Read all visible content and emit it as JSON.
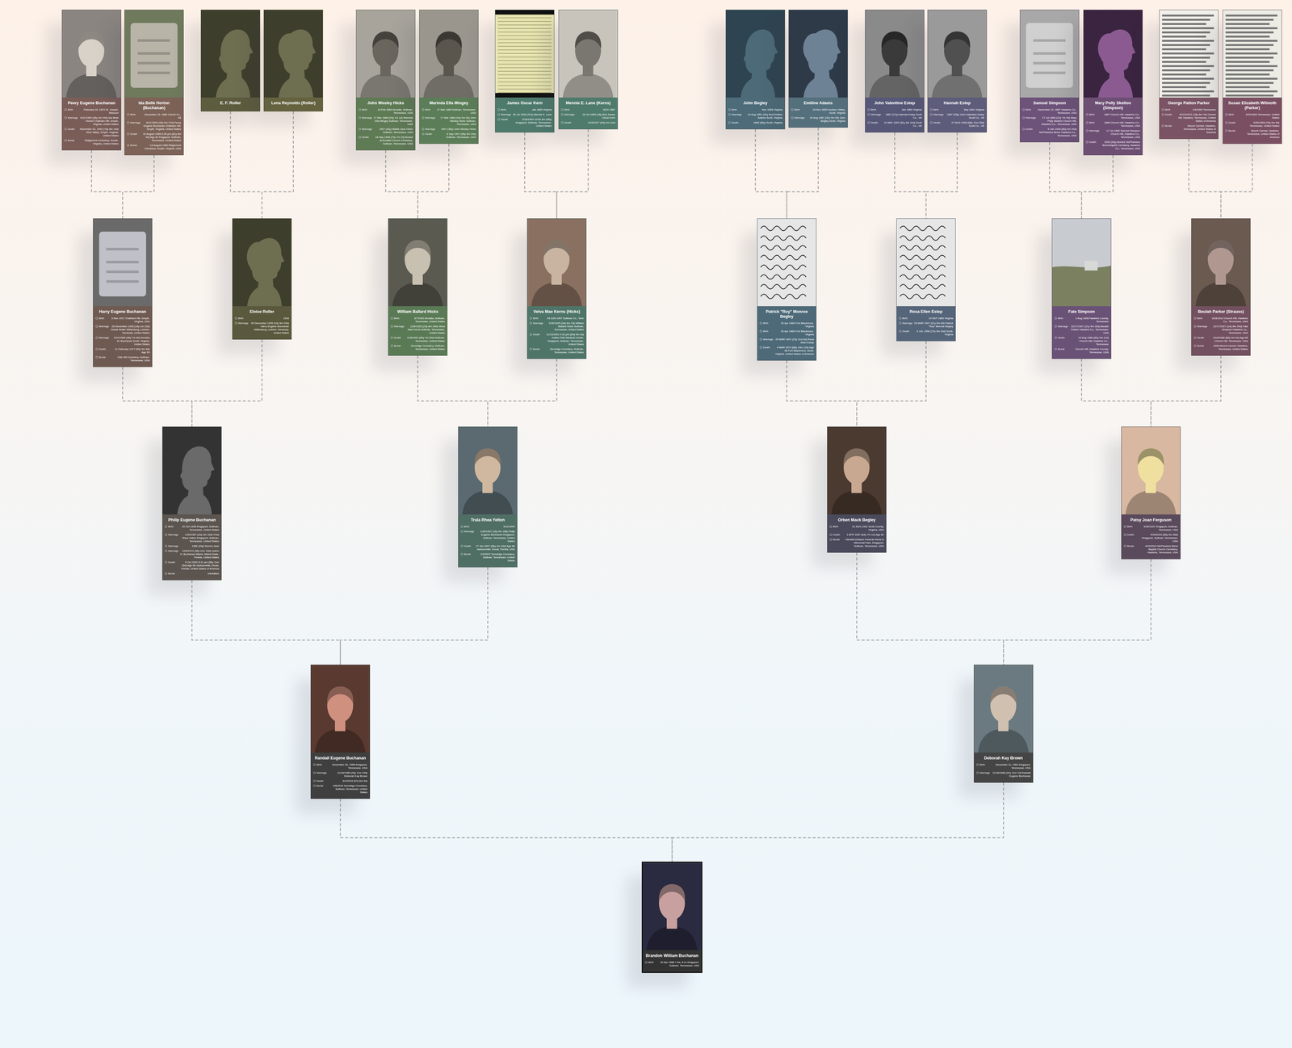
{
  "diagram": {
    "nodes": [
      {
        "text": [
          "Peery Eugene Buchanan",
          "Birth",
          "February 18, 1874 St. Joseph, Missouri",
          "Marriage",
          "6/11/1900 (26y 3m 24d) Ida Belle Horton Chatham Hill, Smyth, Virginia, United States",
          "Death",
          "November 02, 1952 (78y 8m 15d) Rich Valley, Smyth, Virginia, United States",
          "Burial",
          "Ridgemont Cemetery, Smyth, Virginia, United States"
        ]
      },
      {
        "text": [
          "Ida Belle Horton (Buchanan)",
          "Birth",
          "December 15, 1884 Carroll Co., VA",
          "Marriage",
          "6/11/1900 (15y 5m 27d) Peery Eugene Buchanan Chatham Hill, Smyth, Virginia, United States",
          "Death",
          "10 August 1966 6:30 pm (81y 8m 0d) Age 81 Kingsport, Sullivan, Tennessee, United States",
          "Burial",
          "13 August 1966 Ridgemont Cemetery, Smyth, Virginia, USA"
        ]
      },
      {
        "text": [
          "E. F. Roller"
        ]
      },
      {
        "text": [
          "Lena Reynolds (Roller)"
        ]
      },
      {
        "text": [
          "John Wesley Hicks",
          "Birth",
          "16 Feb 1864 Arcadia, Sullivan, Tennessee, USA",
          "Marriage",
          "17 Mar 1888 (24y 1m 1d) Marinda Ella Mingey Sullivan, Tennessee, USA",
          "Marriage",
          "1907 (43y) Mattie Jane Hicks Sullivan, Tennessee, USA",
          "Death",
          "18 Sep 1938 (74y 7m 2d) Buried at Arcadia Church Cemetery, Sullivan, Tennessee, USA"
        ]
      },
      {
        "text": [
          "Marinda Ella Mingey",
          "Birth",
          "17 Mar 1869 Sullivan, Tennessee, USA",
          "Marriage",
          "17 Mar 1888 (19y 0m 0d) John Wesley Hicks Sullivan, Tennessee, USA",
          "Marriage",
          "1907 (38y) John Wesley Hicks",
          "Death",
          "6 Sep 1907 (38y 5m 20d) Sullivan, Tennessee, USA"
        ]
      },
      {
        "text": [
          "James Oscar Kern",
          "Birth",
          "abt 1869 Virginia",
          "Marriage",
          "26 Jul 1906 (37y) Mennie E. Lane",
          "Death",
          "2/26/1954 10:55 am (85y) Kingsport, Sullivan, Tennessee, United States"
        ]
      },
      {
        "text": [
          "Mennie E. Lane (Kerns)",
          "Birth",
          "NOV 1887",
          "Marriage",
          "26 Jul 1906 (18y 8m) James Oscar Kern",
          "Death",
          "4/15/1917 (29y 4m 11d)"
        ]
      },
      {
        "text": [
          "John Begley",
          "Birth",
          "Nov 1828 Virginia",
          "Marriage",
          "24 Aug 1851 (22y 9m) Emiline Adams Scott, Virginia",
          "Death",
          "1895 (66y) Scott, Virginia"
        ]
      },
      {
        "text": [
          "Emiline Adams",
          "Birth",
          "15 Nov 1830 Hunters Valley, Scott, Virginia",
          "Marriage",
          "24 Aug 1851 (20y 9m 9d) John Begley Scott, Virginia"
        ]
      },
      {
        "text": [
          "John Valentine Estep",
          "Birth",
          "Jan 1850 Virginia",
          "Marriage",
          "1867 (17y) Hannah Estep Scott Co., VA",
          "Death",
          "11 MAY 1901 (51y 3m 11d) Scott Co., VA"
        ]
      },
      {
        "text": [
          "Hannah Estep",
          "Birth",
          "Sep 1841 Virginia",
          "Marriage",
          "1867 (25y) John Valentine Estep Scott Co., VA",
          "Death",
          "27 AUG 1908 (66y 11m 26d) Scott Co., VA"
        ]
      },
      {
        "text": [
          "Samuel Simpson",
          "Birth",
          "December 12, 1867 Hawkins Co., Tennessee, USA",
          "Marriage",
          "17 Jul 1890 (22y 7m 5d) Mary Polly Skelton Church Hill, Hawkins Co., Tennessee, USA",
          "Death",
          "5 Jan 1948 (80y 0m 24d) McPheeters Bend, Hawkins Co., Tennessee, USA"
        ]
      },
      {
        "text": [
          "Mary Polly Skelton (Simpson)",
          "Birth",
          "1867 Church Hill, Hawkins Co., Tennessee, USA",
          "Birth",
          "1866 Church Hill, Hawkins Co., Tennessee, USA",
          "Marriage",
          "17 Jul 1890 Samuel Simpson Church Hill, Hawkins Co., Tennessee, USA",
          "Death",
          "1926 (59y) Buried: McPheeters Bend Baptist Cemetery, Hawkins Co., Tennessee, USA"
        ]
      },
      {
        "text": [
          "George Patton Parker",
          "Birth",
          "1/6/1893 Tennessee",
          "Death",
          "10/13/1971 (78y 9m 7d) Church Hill, Hawkins, Tennessee, United States of America",
          "Burial",
          "Mount Carmel, Hawkins, Tennessee, United States of America"
        ]
      },
      {
        "text": [
          "Susan Elizabeth Wilmoth (Parker)",
          "Birth",
          "3/20/1894 Tennessee, United States",
          "Death",
          "3/25/1969 (75y 0m 5d) Tennessee, United States",
          "Burial",
          "Mount Carmel, Hawkins, Tennessee, United States of America"
        ]
      },
      {
        "text": [
          "Harry Eugene Buchanan",
          "Birth",
          "3 Nov 1917 Chatham Hill, Smyth, Virginia, USA",
          "Marriage",
          "26 December 1935 (18y 1m 23d) Eloise Roller Wittenberg, Letcher, Kentucky, United States",
          "Marriage",
          "6/11/1966 (48y 7m 8d) Dorothy M. Buchanan Scott, Virginia, United States",
          "Death",
          "11 February 1977 (59y 3m 8d) Age 59",
          "Burial",
          "Oak Hill Cemetery, Sullivan, Tennessee, USA"
        ]
      },
      {
        "text": [
          "Eloise Roller",
          "Birth",
          "1916",
          "Marriage",
          "26 December 1935 (19y 5m 20d) Harry Eugene Buchanan Wittenberg, Letcher, Kentucky, United States"
        ]
      },
      {
        "text": [
          "William Ballard Hicks",
          "Birth",
          "3/7/1902 Arcadia, Sullivan, Tennessee, United States",
          "Marriage",
          "12/6/1925 (23y 8m 29d) Velva Mae Kerns Sullivan, Tennessee, United States",
          "Death",
          "11/6/1992 (90y 7m 30d) Sullivan, Tennessee, United States",
          "Burial",
          "Sunnidge Cemetery, Sullivan, Tennessee, United States"
        ]
      },
      {
        "text": [
          "Velva Mae Kerns (Hicks)",
          "Birth",
          "04 JUN 1907 Sullivan Co., Tenn",
          "Marriage",
          "12/6/1925 (18y 6m 2d) William Ballard Hicks Sullivan, Tennessee, United States",
          "Death",
          "11/13/1991 4:10 pm (84y 5m 9d) Indian Path Medical Center, Kingsport, Sullivan, Tennessee, United States",
          "Burial",
          "Sunnidge Cemetery, Sullivan, Tennessee, United States"
        ]
      },
      {
        "text": [
          "Patrick \"Roy\" Monroe Begley",
          "Birth",
          "20 Apr 1883 Fort Blackmore, Virginia",
          "Birth",
          "20 Apr 1883 Fort Blackmore, Virginia",
          "Marriage",
          "25 MAR 1907 (23y 11m 5d) Rosa Ellen Estep",
          "Death",
          "4 MAR 1970 (86y 10m 12d) Age 86 Fort Blackmore, Scott, Virginia, United States of America"
        ]
      },
      {
        "text": [
          "Rosa Ellen Estep",
          "Birth",
          "19 SEP 1885 Virginia",
          "Marriage",
          "25 MAR 1907 (21y 6m 6d) Patrick \"Roy\" Monroe Begley",
          "Death",
          "5 JUL 1958 (72y 9m 16d) Scott, Virginia"
        ]
      },
      {
        "text": [
          "Fate Simpson",
          "Birth",
          "2 Aug 1906 Hawkins County, Tennessee",
          "Marriage",
          "12/17/1927 (21y 4m 15d) Beulah Parker Hawkins Co., Tennessee, USA",
          "Death",
          "13 Aug 1966 (60y 0m 11d) Church Hill, Hawkins Co., Tennessee",
          "Burial",
          "Church Hill, Hawkins County, Tennessee, USA"
        ]
      },
      {
        "text": [
          "Beulah Parker (Strauss)",
          "Birth",
          "3/18/1913 Church Hill, Hawkins Co., Tennessee, USA",
          "Marriage",
          "12/17/1927 (14y 8m 29d) Fate Simpson Hawkins Co., Tennessee, USA",
          "Death",
          "3/18/1998 (85y 0m 0d) Age 85 Church Hill, Tennessee, USA",
          "Burial",
          "1998 Mount Carmel, Hawkins, Tennessee, United States"
        ]
      },
      {
        "text": [
          "Philip Eugene Buchanan",
          "Birth",
          "20 Oct 1936 Kingsport, Sullivan, Tennessee, United States",
          "Marriage",
          "1/30/1957 (20y 3m 10d) Trula Rhea Yelton Kingsport, Sullivan, Tennessee, United States",
          "Marriage",
          "1966 (29y) Norma Jean",
          "Marriage",
          "10/5/1972 (35y 11m 15d) JoAnn H. Buchanan Miami, Miami-Dade, Florida, United States",
          "Death",
          "5 Oct 2002 8:11 am (65y 11m 15d) Age 65 Jacksonville, Duval, Florida, United States of America",
          "Burial",
          "cremation"
        ]
      },
      {
        "text": [
          "Trula Rhea Yelton",
          "Birth",
          "9/12/1940",
          "Marriage",
          "1/30/1957 (16y 4m 18d) Philip Eugene Buchanan Kingsport, Sullivan, Tennessee, United States",
          "Death",
          "27 Jan 2007 (66y 4m 15d) Age 66 Jacksonville, Duval, Florida, USA",
          "Burial",
          "2/3/2007 Sunnidge Cemetery, Sullivan, Tennessee, United States"
        ]
      },
      {
        "text": [
          "Orben Mack Begley",
          "Birth",
          "31 AUG 1922 Scott County, Virginia, USA",
          "Death",
          "1 APR 1987 (64y 7m 1d) Age 64",
          "Burial",
          "Hamlett-Dobson Funeral Home & Memorial Park, Kingsport, Sullivan, Tennessee, USA"
        ]
      },
      {
        "text": [
          "Patsy Joan Ferguson",
          "Birth",
          "3/30/1937 Kingsport, Sullivan, Tennessee, USA",
          "Death",
          "4/25/2022 (85y 0m 26d) Kingsport, Sullivan, Tennessee, USA",
          "Burial",
          "4/29/2022 McPheeters Bend Baptist Church Cemetery, Hawkins, Tennessee, USA"
        ]
      },
      {
        "text": [
          "Randall Eugene Buchanan",
          "Birth",
          "November 26, 1958 Kingsport, Tennessee, USA",
          "Marriage",
          "11/18/1985 (26y 11m 23d) Deborah Kay Brown",
          "Death",
          "6/1/2016 (57y 6m 6d)",
          "Burial",
          "6/6/2016 Sunnidge Cemetery, Sullivan, Tennessee, United States"
        ]
      },
      {
        "text": [
          "Deborah Kay Brown",
          "Birth",
          "December 11, 1962 Kingsport, Tennessee, USA",
          "Marriage",
          "11/18/1985 (22y 11m 7d) Randall Eugene Buchanan"
        ]
      },
      {
        "text": [
          "Brandon William Buchanan",
          "Birth",
          "20 Apr 1988 7 lbs, 8 oz Kingsport, Sullivan, Tennessee, USA"
        ]
      }
    ],
    "edges": [
      {
        "from": 0,
        "to": 16,
        "arrow": "none"
      },
      {
        "from": 1,
        "to": 16,
        "arrow": "none"
      },
      {
        "from": 2,
        "to": 17,
        "arrow": "none"
      },
      {
        "from": 3,
        "to": 17,
        "arrow": "none"
      },
      {
        "from": 4,
        "to": 18,
        "arrow": "none"
      },
      {
        "from": 5,
        "to": 18,
        "arrow": "none"
      },
      {
        "from": 6,
        "to": 19,
        "arrow": "none"
      },
      {
        "from": 7,
        "to": 19,
        "arrow": "none"
      },
      {
        "from": 8,
        "to": 20,
        "arrow": "none"
      },
      {
        "from": 9,
        "to": 20,
        "arrow": "none"
      },
      {
        "from": 10,
        "to": 21,
        "arrow": "none"
      },
      {
        "from": 11,
        "to": 21,
        "arrow": "none"
      },
      {
        "from": 12,
        "to": 22,
        "arrow": "none"
      },
      {
        "from": 13,
        "to": 22,
        "arrow": "none"
      },
      {
        "from": 14,
        "to": 23,
        "arrow": "none"
      },
      {
        "from": 15,
        "to": 23,
        "arrow": "none"
      },
      {
        "from": 16,
        "to": 24,
        "arrow": "none"
      },
      {
        "from": 17,
        "to": 24,
        "arrow": "none"
      },
      {
        "from": 18,
        "to": 25,
        "arrow": "none"
      },
      {
        "from": 19,
        "to": 25,
        "arrow": "none"
      },
      {
        "from": 20,
        "to": 26,
        "arrow": "none"
      },
      {
        "from": 21,
        "to": 26,
        "arrow": "none"
      },
      {
        "from": 22,
        "to": 27,
        "arrow": "none"
      },
      {
        "from": 23,
        "to": 27,
        "arrow": "none"
      },
      {
        "from": 24,
        "to": 28,
        "arrow": "none"
      },
      {
        "from": 25,
        "to": 28,
        "arrow": "none"
      },
      {
        "from": 26,
        "to": 29,
        "arrow": "none"
      },
      {
        "from": 27,
        "to": 29,
        "arrow": "none"
      },
      {
        "from": 28,
        "to": 30,
        "arrow": "none"
      },
      {
        "from": 29,
        "to": 30,
        "arrow": "none"
      }
    ]
  }
}
